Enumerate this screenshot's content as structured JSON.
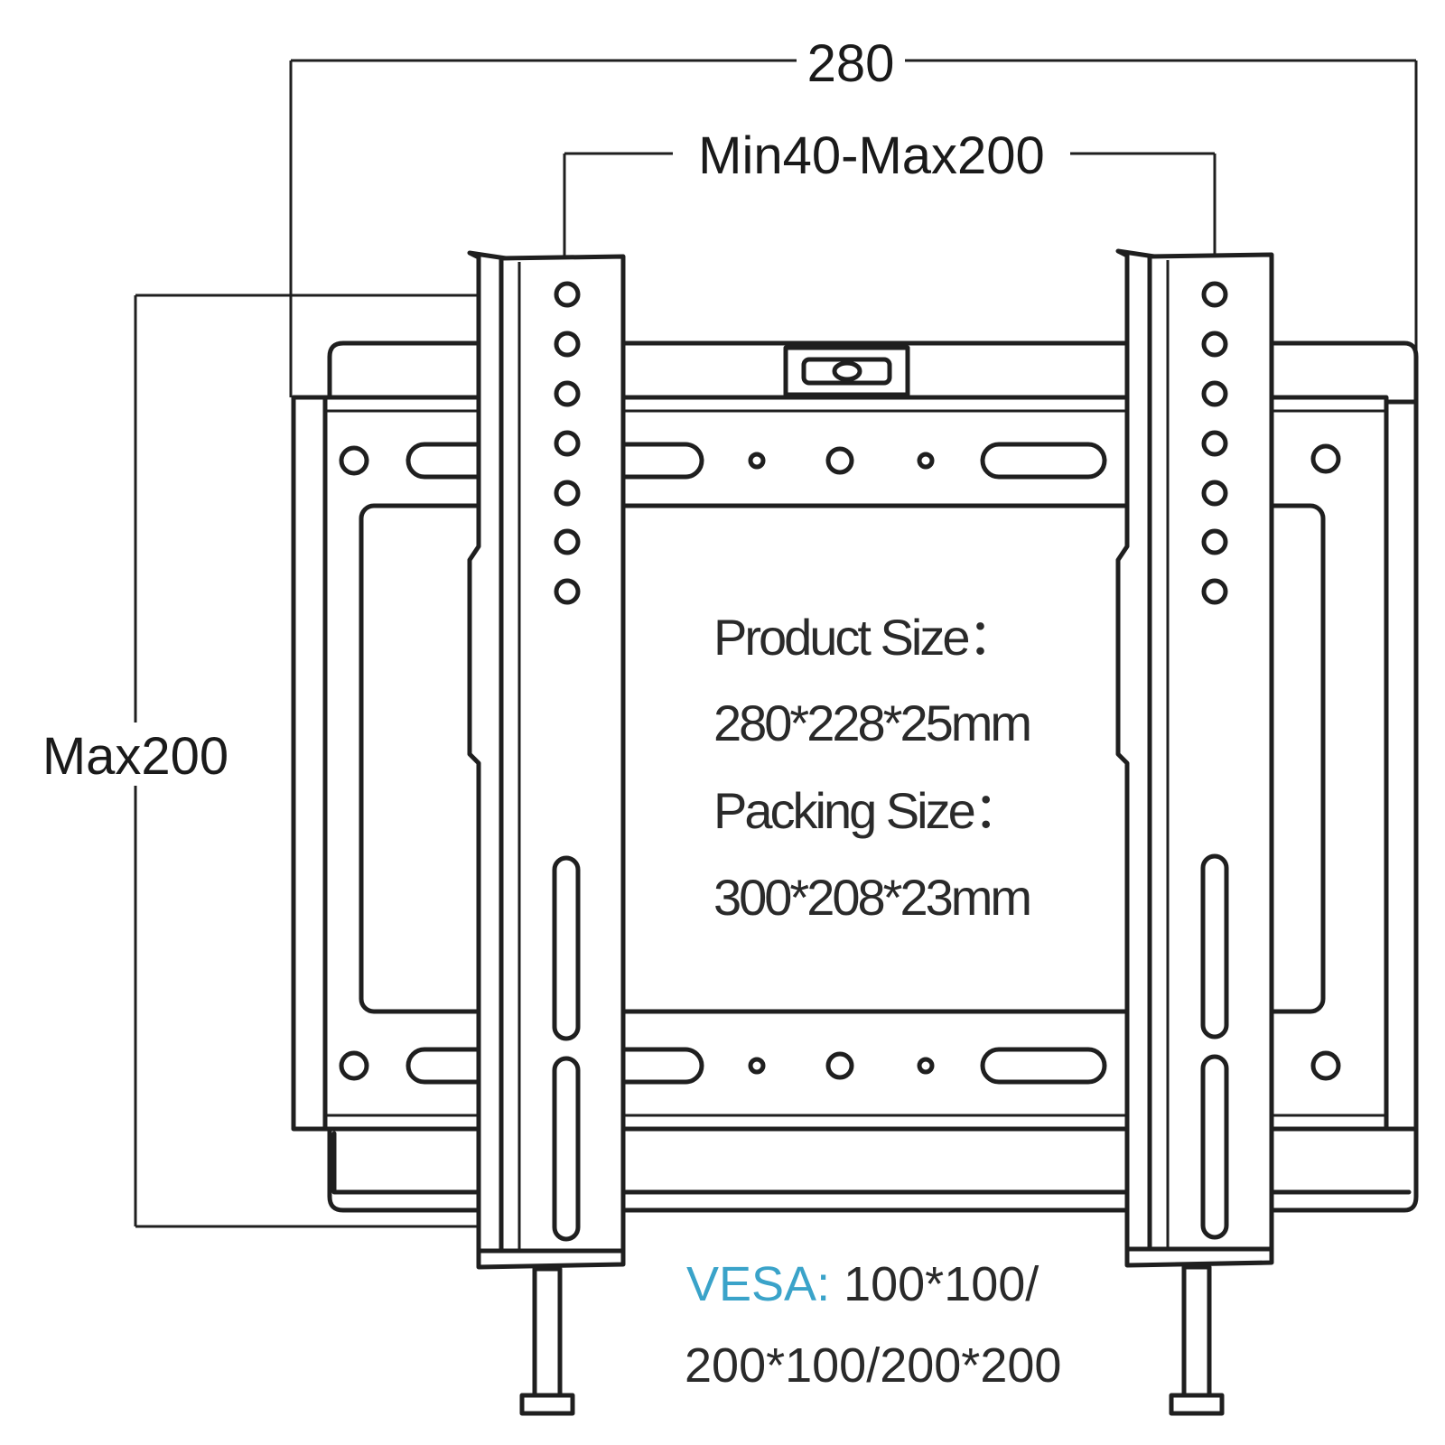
{
  "dimensions": {
    "width": "280",
    "vesa_horizontal": "Min40-Max200",
    "vesa_vertical": "Max200"
  },
  "specs": {
    "product_label": "Product Size：",
    "product_value": "280*228*25mm",
    "packing_label": "Packing Size：",
    "packing_value": "300*208*23mm"
  },
  "vesa": {
    "label": "VESA:",
    "line1": " 100*100/",
    "line2": "200*100/200*200",
    "label_color": "#3aa3c9"
  }
}
